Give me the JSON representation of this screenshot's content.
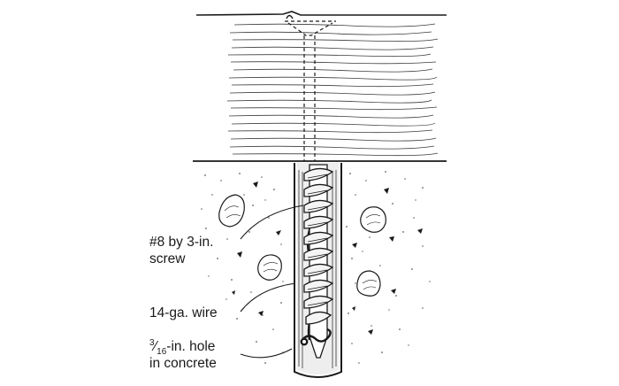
{
  "labels": {
    "screw_line1": "#8 by 3-in.",
    "screw_line2": "screw",
    "wire": "14-ga. wire",
    "hole_fraction_num": "3",
    "hole_fraction_den": "16",
    "hole_line1_rest": "-in. hole",
    "hole_line2": "in concrete"
  },
  "colors": {
    "ink": "#1a1a1a",
    "background": "#ffffff"
  }
}
